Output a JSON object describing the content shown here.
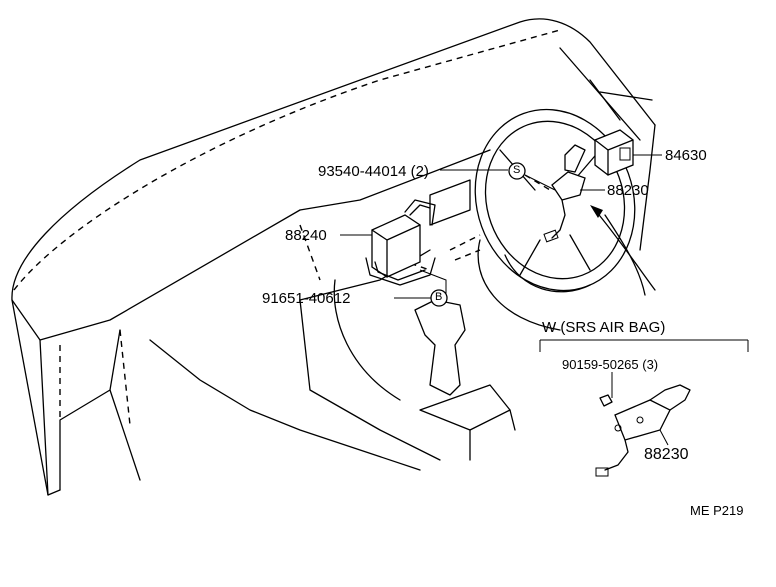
{
  "labels": {
    "bolt_top": "93540-44014 (2)",
    "computer": "88240",
    "bolt_bottom": "91651-40612",
    "relay": "84630",
    "sensor": "88230",
    "variant_header": "W (SRS AIR BAG)",
    "variant_bolt": "90159-50265 (3)",
    "variant_part": "88230",
    "code": "ME P219"
  },
  "markers": {
    "s": "S",
    "b": "B"
  }
}
